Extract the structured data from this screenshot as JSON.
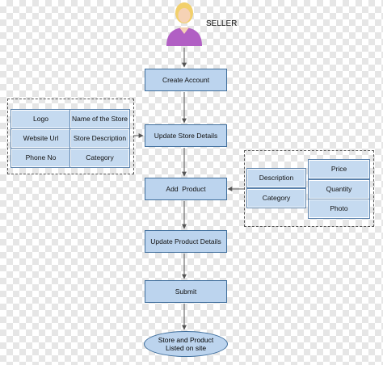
{
  "actor": {
    "label": "SELLER",
    "icon": "person-icon"
  },
  "steps": [
    "Create Account",
    "Update Store Details",
    "Add  Product",
    "Update Product Details",
    "Submit"
  ],
  "end_step": "Store and Product Listed on site",
  "store_details_group": {
    "cells": [
      "Logo",
      "Name of the Store",
      "Website Url",
      "Store Description",
      "Phone No",
      "Category"
    ]
  },
  "product_details_group": {
    "left_cells": [
      "Description",
      "Category"
    ],
    "right_cells": [
      "Price",
      "Quantity",
      "Photo"
    ]
  },
  "colors": {
    "box_fill": "#bcd4ee",
    "box_border": "#3f6e9c",
    "arrow": "#555555"
  }
}
